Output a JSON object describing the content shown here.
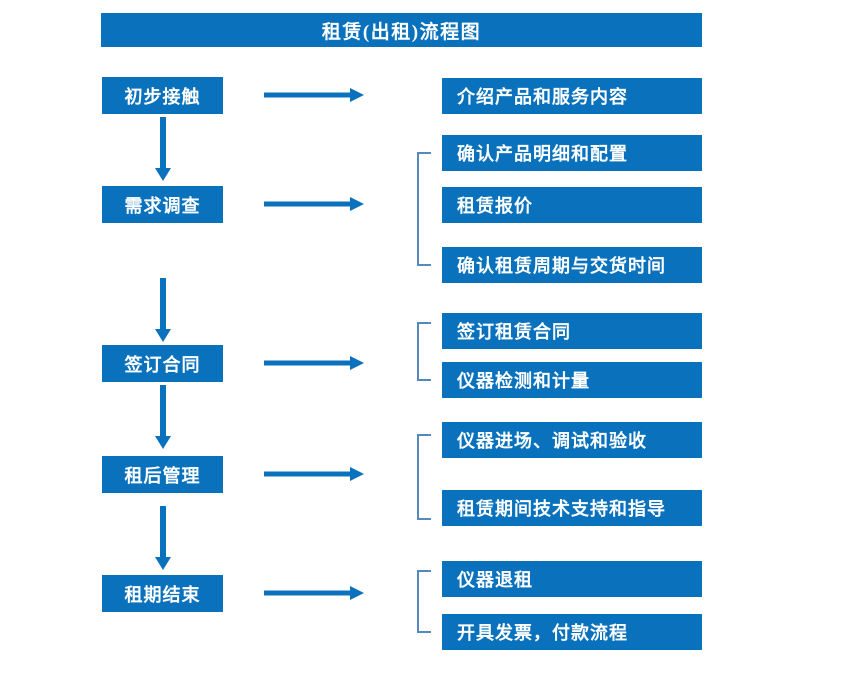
{
  "diagram": {
    "title": "租赁(出租)流程图",
    "type": "flowchart",
    "colors": {
      "box_fill": "#0a72bd",
      "box_text": "#ffffff",
      "arrow": "#0a72bd",
      "bracket": "#5588bb",
      "background": "#ffffff"
    },
    "stages": [
      {
        "label": "初步接触",
        "details": [
          "介绍产品和服务内容"
        ]
      },
      {
        "label": "需求调查",
        "details": [
          "确认产品明细和配置",
          "租赁报价",
          "确认租赁周期与交货时间"
        ]
      },
      {
        "label": "签订合同",
        "details": [
          "签订租赁合同",
          "仪器检测和计量"
        ]
      },
      {
        "label": "租后管理",
        "details": [
          "仪器进场、调试和验收",
          "租赁期间技术支持和指导"
        ]
      },
      {
        "label": "租期结束",
        "details": [
          "仪器退租",
          "开具发票，付款流程"
        ]
      }
    ]
  }
}
